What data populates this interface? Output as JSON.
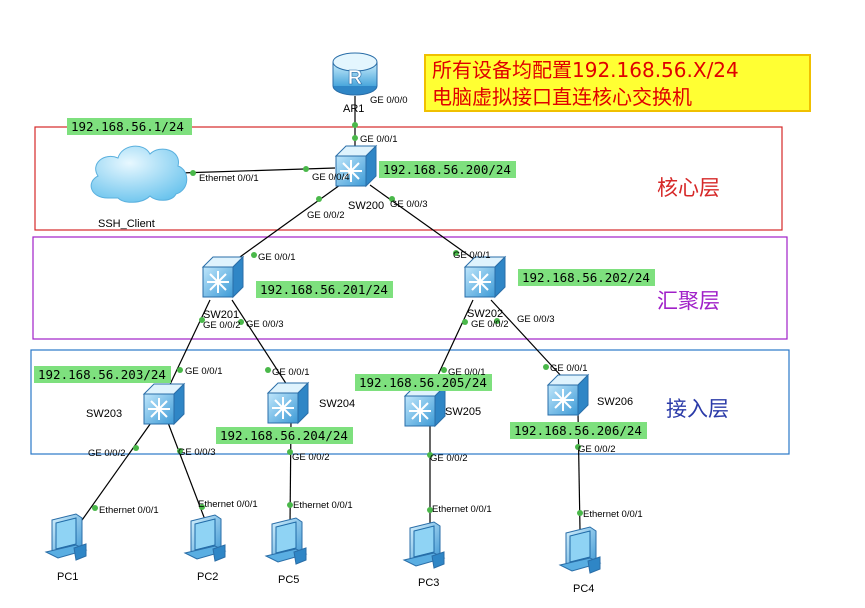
{
  "note": {
    "line1": "所有设备均配置192.168.56.X/24",
    "line2": "电脑虚拟接口直连核心交换机"
  },
  "layers": {
    "core": "核心层",
    "distribution": "汇聚层",
    "access": "接入层"
  },
  "colors": {
    "core_box": "#d62828",
    "distribution_box": "#a020c8",
    "access_box": "#2a78c8",
    "ip_label_bg": "#7ee07e",
    "port_dot": "#4ab84a",
    "note_bg": "#ffff33",
    "note_text": "#e00000"
  },
  "devices": {
    "ar1": "AR1",
    "cloud": "SSH_Client",
    "sw200": "SW200",
    "sw201": "SW201",
    "sw202": "SW202",
    "sw203": "SW203",
    "sw204": "SW204",
    "sw205": "SW205",
    "sw206": "SW206",
    "pc1": "PC1",
    "pc2": "PC2",
    "pc3": "PC3",
    "pc4": "PC4",
    "pc5": "PC5"
  },
  "ips": {
    "client": "192.168.56.1/24",
    "sw200": "192.168.56.200/24",
    "sw201": "192.168.56.201/24",
    "sw202": "192.168.56.202/24",
    "sw203": "192.168.56.203/24",
    "sw204": "192.168.56.204/24",
    "sw205": "192.168.56.205/24",
    "sw206": "192.168.56.206/24"
  },
  "ports": {
    "ar1_ge000": "GE 0/0/0",
    "sw200_ge001": "GE 0/0/1",
    "sw200_ge004": "GE 0/0/4",
    "cloud_eth001": "Ethernet 0/0/1",
    "sw200_ge002": "GE 0/0/2",
    "sw200_ge003": "GE 0/0/3",
    "sw201_ge001": "GE 0/0/1",
    "sw202_ge001": "GE 0/0/1",
    "sw201_ge002": "GE 0/0/2",
    "sw201_ge003": "GE 0/0/3",
    "sw202_ge002": "GE 0/0/2",
    "sw202_ge003": "GE 0/0/3",
    "sw203_ge001": "GE 0/0/1",
    "sw204_ge001": "GE 0/0/1",
    "sw205_ge001": "GE 0/0/1",
    "sw206_ge001": "GE 0/0/1",
    "sw203_ge002": "GE 0/0/2",
    "sw203_ge003": "GE 0/0/3",
    "sw204_ge002": "GE 0/0/2",
    "sw205_ge002": "GE 0/0/2",
    "sw206_ge002": "GE 0/0/2",
    "pc1_eth": "Ethernet 0/0/1",
    "pc2_eth": "Ethernet 0/0/1",
    "pc5_eth": "Ethernet 0/0/1",
    "pc3_eth": "Ethernet 0/0/1",
    "pc4_eth": "Ethernet 0/0/1"
  }
}
